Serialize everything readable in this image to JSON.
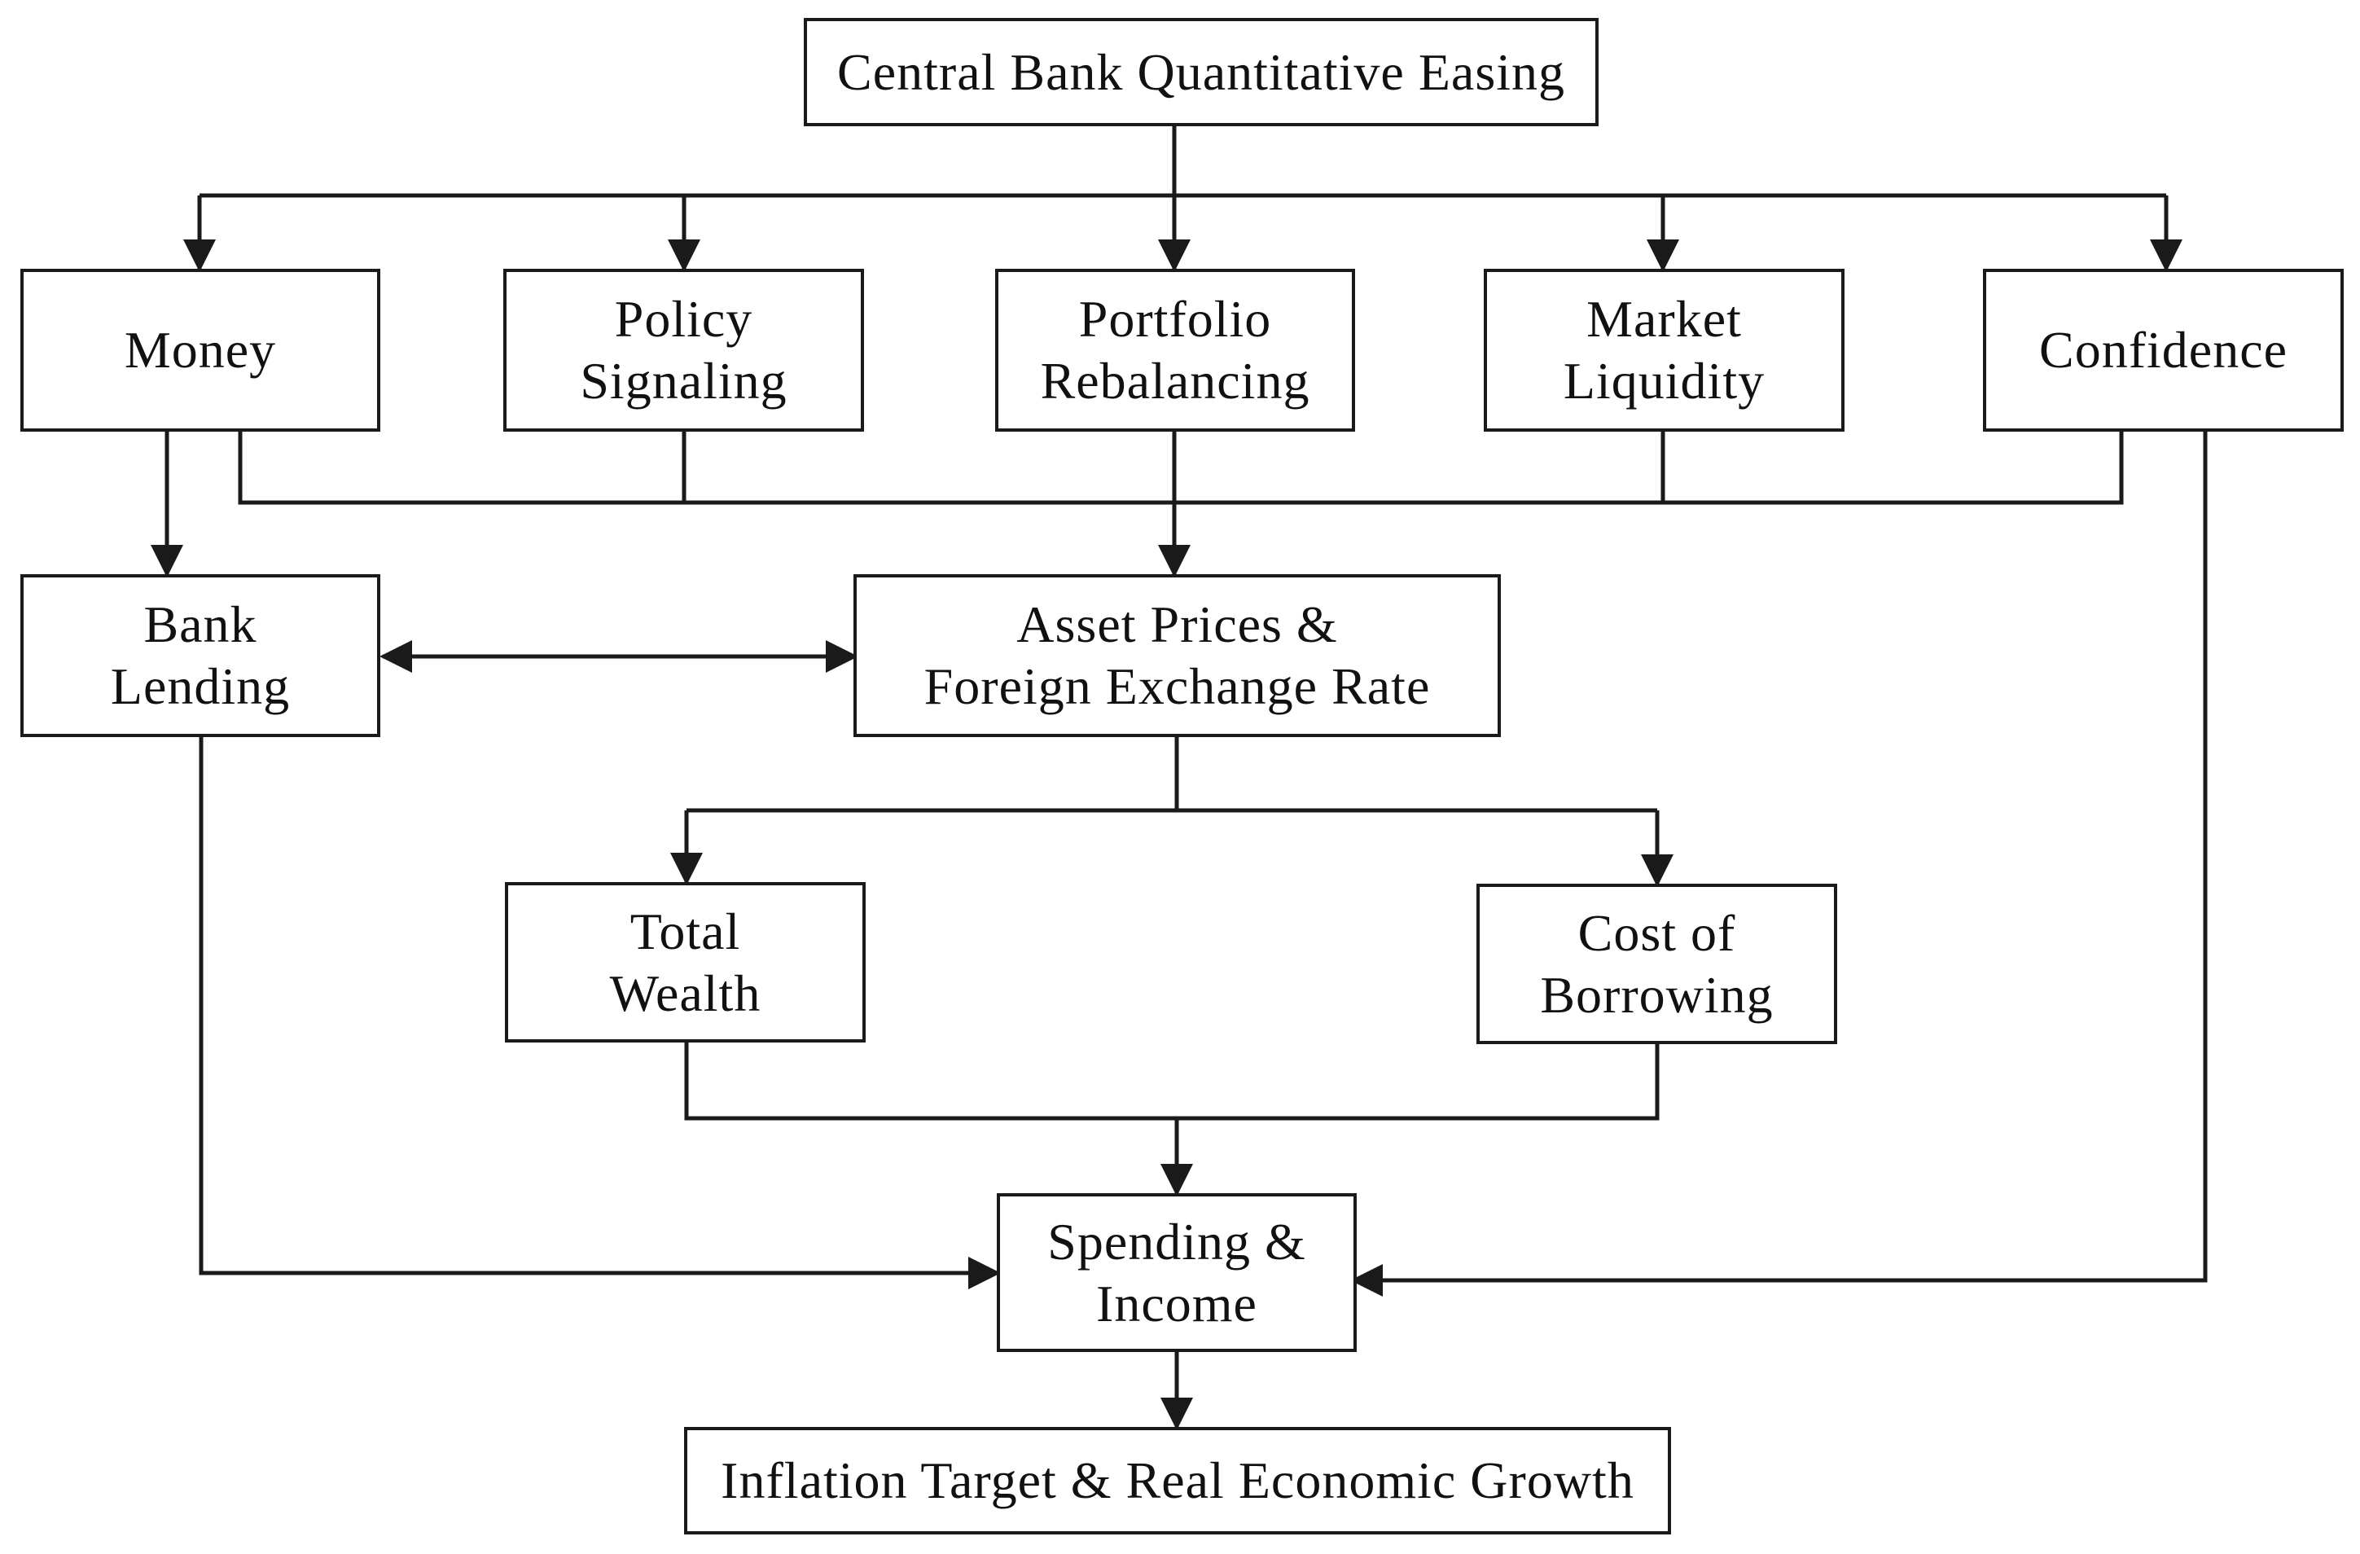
{
  "diagram": {
    "nodes": {
      "qe": "Central Bank Quantitative Easing",
      "money": "Money",
      "policy": "Policy\nSignaling",
      "portfolio": "Portfolio\nRebalancing",
      "liquidity": "Market\nLiquidity",
      "confidence": "Confidence",
      "bank": "Bank\nLending",
      "asset": "Asset Prices &\nForeign Exchange Rate",
      "wealth": "Total\nWealth",
      "borrowing": "Cost of\nBorrowing",
      "spending": "Spending &\nIncome",
      "inflation": "Inflation Target & Real Economic Growth"
    },
    "edges": [
      {
        "from": "qe",
        "to": "money"
      },
      {
        "from": "qe",
        "to": "policy"
      },
      {
        "from": "qe",
        "to": "portfolio"
      },
      {
        "from": "qe",
        "to": "liquidity"
      },
      {
        "from": "qe",
        "to": "confidence"
      },
      {
        "from": "money",
        "to": "bank"
      },
      {
        "from": "money",
        "to": "asset"
      },
      {
        "from": "policy",
        "to": "asset"
      },
      {
        "from": "portfolio",
        "to": "asset"
      },
      {
        "from": "liquidity",
        "to": "asset"
      },
      {
        "from": "confidence",
        "to": "asset"
      },
      {
        "from": "bank",
        "to": "asset",
        "bidirectional": true
      },
      {
        "from": "asset",
        "to": "wealth"
      },
      {
        "from": "asset",
        "to": "borrowing"
      },
      {
        "from": "wealth",
        "to": "spending"
      },
      {
        "from": "borrowing",
        "to": "spending"
      },
      {
        "from": "bank",
        "to": "spending"
      },
      {
        "from": "confidence",
        "to": "spending"
      },
      {
        "from": "spending",
        "to": "inflation"
      }
    ]
  }
}
